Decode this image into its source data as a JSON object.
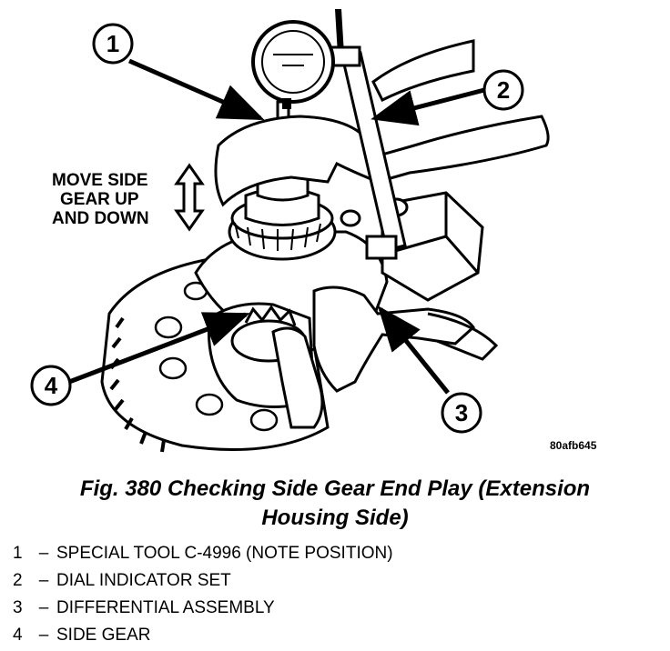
{
  "figure": {
    "instruction_lines": [
      "MOVE SIDE",
      "GEAR UP",
      "AND DOWN"
    ],
    "figure_code": "80afb645",
    "callouts": [
      "1",
      "2",
      "3",
      "4"
    ]
  },
  "caption": {
    "line1": "Fig. 380 Checking Side Gear End Play (Extension",
    "line2": "Housing Side)"
  },
  "legend": {
    "separator": "–",
    "items": [
      {
        "number": "1",
        "text": "SPECIAL TOOL C-4996 (NOTE POSITION)"
      },
      {
        "number": "2",
        "text": "DIAL INDICATOR SET"
      },
      {
        "number": "3",
        "text": "DIFFERENTIAL ASSEMBLY"
      },
      {
        "number": "4",
        "text": "SIDE GEAR"
      }
    ]
  }
}
